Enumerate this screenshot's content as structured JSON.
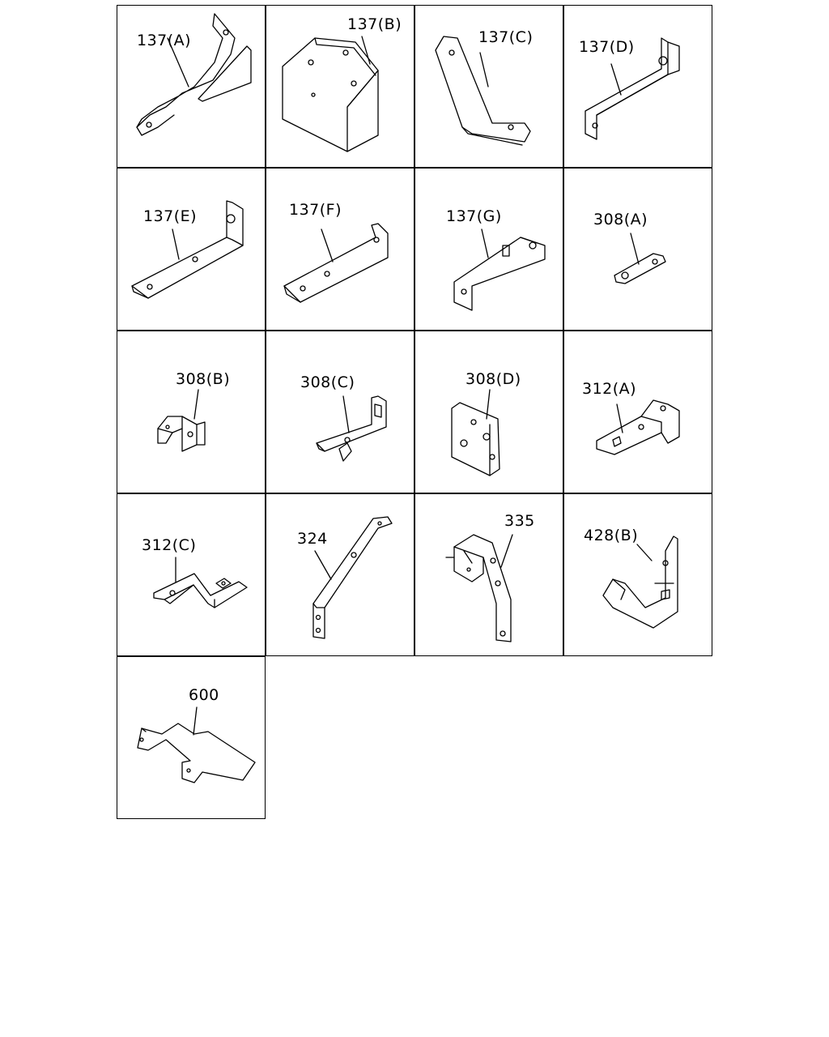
{
  "parts": [
    {
      "label": "137(A)"
    },
    {
      "label": "137(B)"
    },
    {
      "label": "137(C)"
    },
    {
      "label": "137(D)"
    },
    {
      "label": "137(E)"
    },
    {
      "label": "137(F)"
    },
    {
      "label": "137(G)"
    },
    {
      "label": "308(A)"
    },
    {
      "label": "308(B)"
    },
    {
      "label": "308(C)"
    },
    {
      "label": "308(D)"
    },
    {
      "label": "312(A)"
    },
    {
      "label": "312(C)"
    },
    {
      "label": "324"
    },
    {
      "label": "335"
    },
    {
      "label": "428(B)"
    },
    {
      "label": "600"
    }
  ]
}
